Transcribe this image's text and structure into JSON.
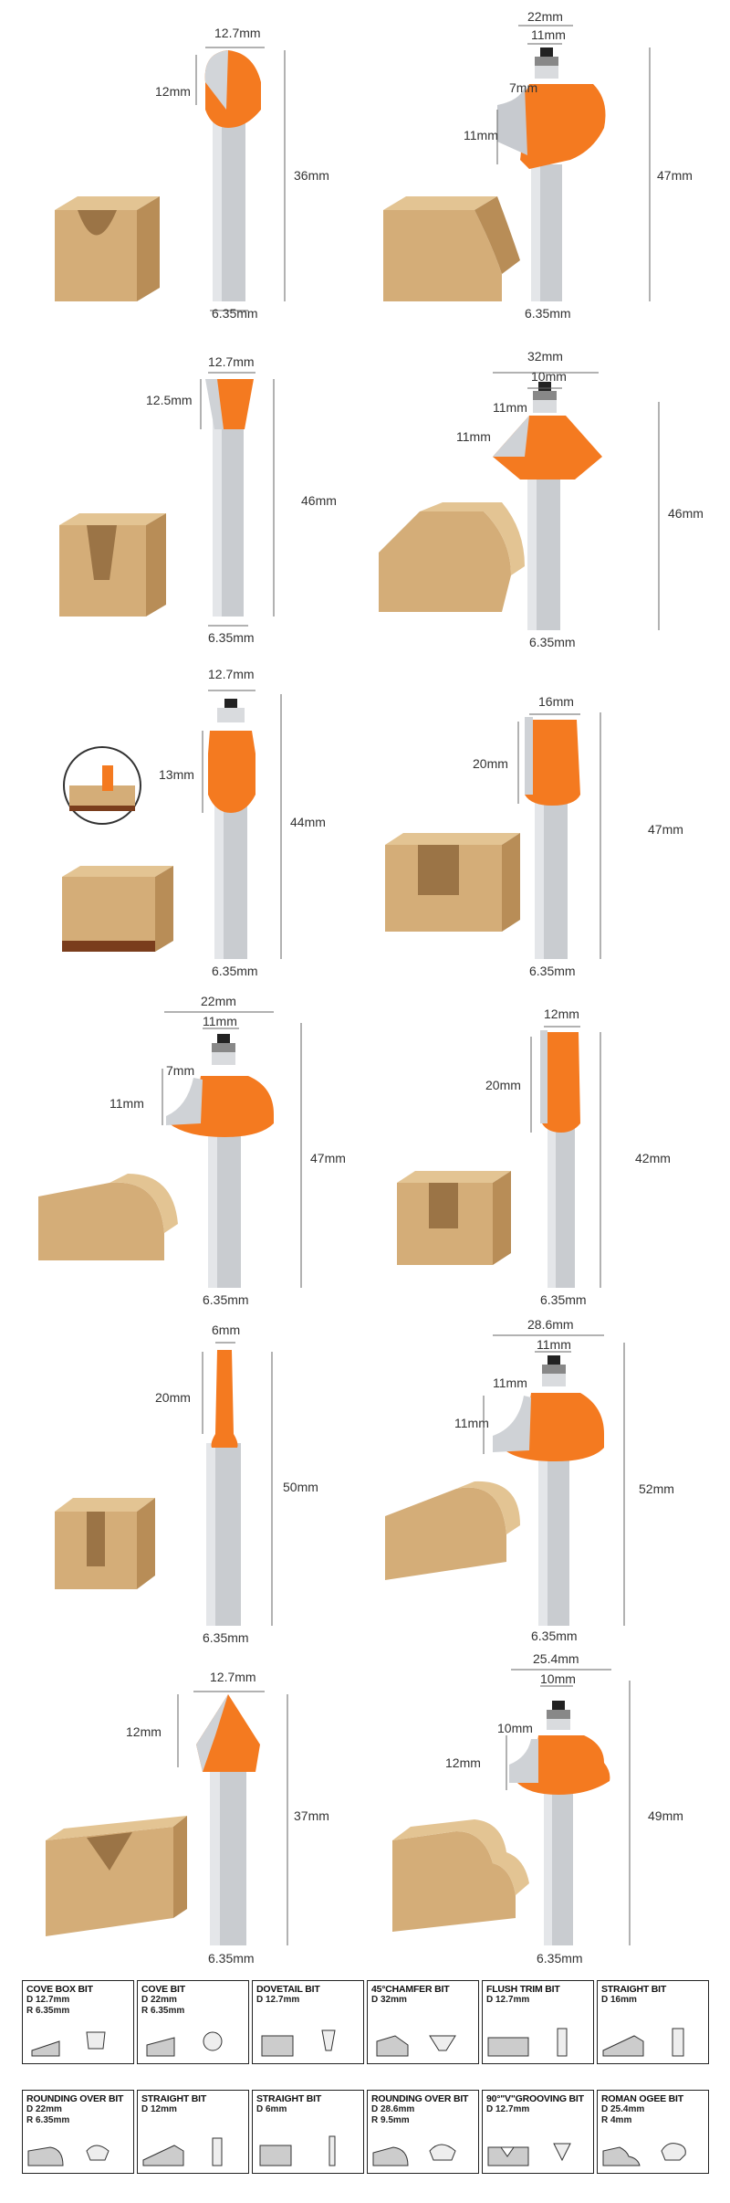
{
  "bits": [
    {
      "id": "cove-box",
      "w": "12.7mm",
      "h": "12mm",
      "len": "36mm",
      "shank": "6.35mm"
    },
    {
      "id": "cove",
      "w": "22mm",
      "w2": "11mm",
      "h": "11mm",
      "h2": "7mm",
      "len": "47mm",
      "shank": "6.35mm"
    },
    {
      "id": "dovetail",
      "w": "12.7mm",
      "h": "12.5mm",
      "len": "46mm",
      "shank": "6.35mm"
    },
    {
      "id": "chamfer",
      "w": "32mm",
      "w2": "10mm",
      "h": "11mm",
      "h2": "11mm",
      "len": "46mm",
      "shank": "6.35mm"
    },
    {
      "id": "flush-trim",
      "w": "12.7mm",
      "h": "13mm",
      "len": "44mm",
      "shank": "6.35mm"
    },
    {
      "id": "straight-16",
      "w": "16mm",
      "h": "20mm",
      "len": "47mm",
      "shank": "6.35mm"
    },
    {
      "id": "rounding-22",
      "w": "22mm",
      "w2": "11mm",
      "h": "11mm",
      "h2": "7mm",
      "len": "47mm",
      "shank": "6.35mm"
    },
    {
      "id": "straight-12",
      "w": "12mm",
      "h": "20mm",
      "len": "42mm",
      "shank": "6.35mm"
    },
    {
      "id": "straight-6",
      "w": "6mm",
      "h": "20mm",
      "len": "50mm",
      "shank": "6.35mm"
    },
    {
      "id": "rounding-28",
      "w": "28.6mm",
      "w2": "11mm",
      "h": "11mm",
      "h2": "11mm",
      "len": "52mm",
      "shank": "6.35mm"
    },
    {
      "id": "v-groove",
      "w": "12.7mm",
      "h": "12mm",
      "len": "37mm",
      "shank": "6.35mm"
    },
    {
      "id": "ogee",
      "w": "25.4mm",
      "w2": "10mm",
      "h": "12mm",
      "h2": "10mm",
      "len": "49mm",
      "shank": "6.35mm"
    }
  ],
  "legend": [
    {
      "name": "COVE BOX BIT",
      "spec1": "D  12.7mm",
      "spec2": "R  6.35mm"
    },
    {
      "name": "COVE BIT",
      "spec1": "D  22mm",
      "spec2": "R  6.35mm"
    },
    {
      "name": "DOVETAIL BIT",
      "spec1": "D  12.7mm",
      "spec2": ""
    },
    {
      "name": "45°CHAMFER BIT",
      "spec1": "D  32mm",
      "spec2": ""
    },
    {
      "name": "FLUSH TRIM BIT",
      "spec1": "D  12.7mm",
      "spec2": ""
    },
    {
      "name": "STRAIGHT BIT",
      "spec1": "D  16mm",
      "spec2": ""
    },
    {
      "name": "ROUNDING OVER BIT",
      "spec1": "D  22mm",
      "spec2": "R  6.35mm"
    },
    {
      "name": "STRAIGHT BIT",
      "spec1": "D  12mm",
      "spec2": ""
    },
    {
      "name": "STRAIGHT BIT",
      "spec1": "D  6mm",
      "spec2": ""
    },
    {
      "name": "ROUNDING OVER BIT",
      "spec1": "D  28.6mm",
      "spec2": "R  9.5mm"
    },
    {
      "name": "90°\"V\"GROOVING BIT",
      "spec1": "D  12.7mm",
      "spec2": ""
    },
    {
      "name": "ROMAN OGEE BIT",
      "spec1": "D  25.4mm",
      "spec2": "R  4mm"
    }
  ],
  "colors": {
    "cutter": "#f47a20",
    "shank": "#c9ccd0",
    "wood": "#d7b27e",
    "blade": "#b8bcc2"
  }
}
